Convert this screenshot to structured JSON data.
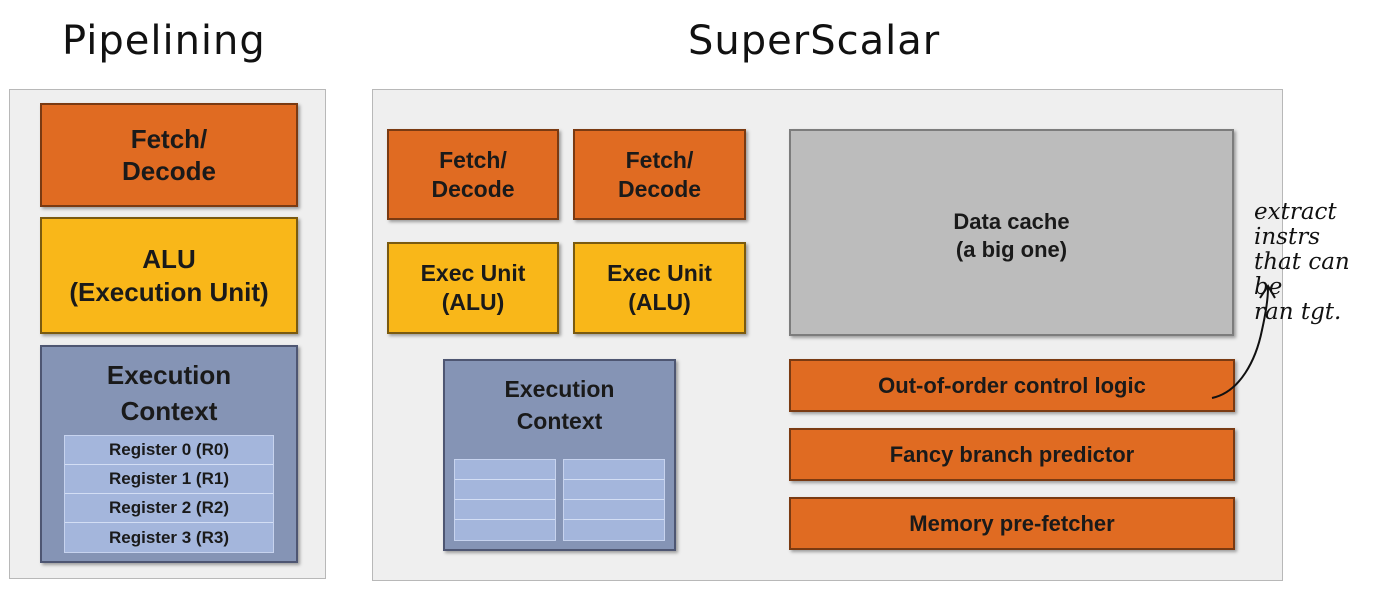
{
  "headings": {
    "pipelining": "Pipelining",
    "superscalar": "SuperScalar"
  },
  "pipelining": {
    "fetch_decode": "Fetch/\nDecode",
    "alu": "ALU\n(Execution Unit)",
    "execution_context": "Execution\nContext",
    "registers": [
      "Register 0 (R0)",
      "Register 1 (R1)",
      "Register 2 (R2)",
      "Register 3 (R3)"
    ]
  },
  "superscalar": {
    "fetch_decode_1": "Fetch/\nDecode",
    "fetch_decode_2": "Fetch/\nDecode",
    "exec_unit_1": "Exec Unit\n(ALU)",
    "exec_unit_2": "Exec Unit\n(ALU)",
    "execution_context": "Execution\nContext",
    "data_cache": "Data cache\n(a big one)",
    "ooo_logic": "Out-of-order control logic",
    "branch_predictor": "Fancy branch predictor",
    "prefetcher": "Memory pre-fetcher"
  },
  "annotation": {
    "handwritten_note": "extract\ninstrs\nthat can\nbe\nran tgt."
  },
  "colors": {
    "orange": "#e06b22",
    "yellow": "#f9b719",
    "slate": "#8594b5",
    "register_blue": "#a4b6dc",
    "cache_gray": "#bcbcbc",
    "panel": "#efefef"
  }
}
